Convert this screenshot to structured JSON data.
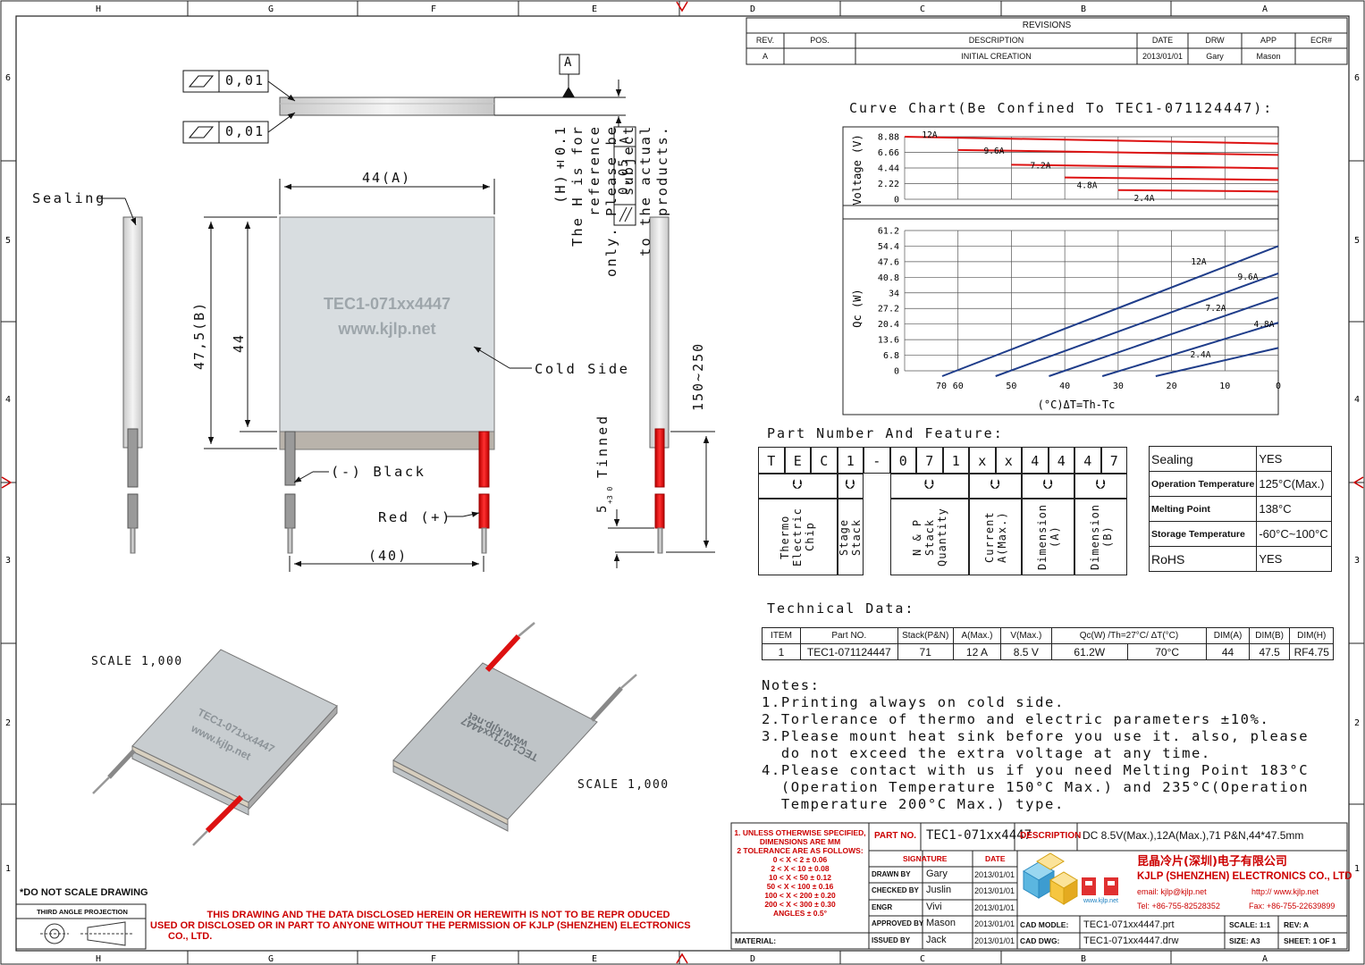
{
  "frame": {
    "cols": [
      "H",
      "G",
      "F",
      "E",
      "D",
      "C",
      "B",
      "A"
    ],
    "rows": [
      "6",
      "5",
      "4",
      "3",
      "2",
      "1"
    ]
  },
  "revisions": {
    "title": "REVISIONS",
    "headers": [
      "REV.",
      "POS.",
      "DESCRIPTION",
      "DATE",
      "DRW",
      "APP",
      "ECR#"
    ],
    "row": [
      "A",
      "",
      "INITIAL CREATION",
      "2013/01/01",
      "Gary",
      "Mason",
      ""
    ]
  },
  "drawing": {
    "flatness_1": "0,01",
    "flatness_2": "0,01",
    "datum": "A",
    "parallel_tol": "0,05",
    "parallel_datum": "A",
    "dim_width": "44(A)",
    "dim_height_b": "47,5(B)",
    "dim_height": "44",
    "dim_lead_spacing": "(40)",
    "dim_lead_length": "150~250",
    "dim_tinned": "5",
    "dim_tinned_tol": "+3 0",
    "tinned_label": "Tinned",
    "label_sealing": "Sealing",
    "label_cold_side": "Cold Side",
    "label_black": "(-) Black",
    "label_red": "Red (+)",
    "module_text_1": "TEC1-071xx4447",
    "module_text_2": "www.kjlp.net",
    "h_note": [
      "(H)±0.1",
      "The H is for reference",
      "only. Please be subject",
      "to the actual products."
    ],
    "scale_1": "SCALE  1,000",
    "scale_2": "SCALE  1,000",
    "iso_text_1": "TEC1-071xx4447",
    "iso_text_2": "www.kjlp.net"
  },
  "curve_chart": {
    "title": "Curve Chart(Be Confined To TEC1-071124447):",
    "voltage_label": "Voltage (V)",
    "voltage_ticks": [
      "8.88",
      "6.66",
      "4.44",
      "2.22",
      "0"
    ],
    "qc_label": "Qc (W)",
    "qc_ticks": [
      "61.2",
      "54.4",
      "47.6",
      "40.8",
      "34",
      "27.2",
      "20.4",
      "13.6",
      "6.8",
      "0"
    ],
    "x_ticks": [
      "70",
      "60",
      "50",
      "40",
      "30",
      "20",
      "10",
      "0"
    ],
    "xlabel": "(°C)ΔT=Th-Tc",
    "voltage_series": [
      {
        "name": "12A",
        "start": 8.88,
        "end": 7.9
      },
      {
        "name": "9.6A",
        "start": 7.0,
        "end": 6.3
      },
      {
        "name": "7.2A",
        "start": 4.9,
        "end": 4.4
      },
      {
        "name": "4.8A",
        "start": 3.1,
        "end": 2.75
      },
      {
        "name": "2.4A",
        "start": 1.3,
        "end": 1.1
      }
    ],
    "qc_series": [
      {
        "name": "12A",
        "x0": 70,
        "y1": 54.4
      },
      {
        "name": "9.6A",
        "x0": 60,
        "y1": 42.5
      },
      {
        "name": "7.2A",
        "x0": 50,
        "y1": 32
      },
      {
        "name": "4.8A",
        "x0": 40,
        "y1": 21
      },
      {
        "name": "2.4A",
        "x0": 30,
        "y1": 10
      }
    ]
  },
  "part_number": {
    "title": "Part Number And Feature:",
    "chars": [
      "T",
      "E",
      "C",
      "1",
      "-",
      "0",
      "7",
      "1",
      "x",
      "x",
      "4",
      "4",
      "4",
      "7"
    ],
    "groups": [
      "Thermo Electric Chip",
      "Stage Stack",
      "N & P Stack Quantity",
      "Current A(Max.)",
      "Dimension (A)",
      "Dimension (B)"
    ],
    "features": [
      {
        "k": "Sealing",
        "v": "YES"
      },
      {
        "k": "Operation Temperature",
        "v": "125°C(Max.)"
      },
      {
        "k": "Melting Point",
        "v": "138°C"
      },
      {
        "k": "Storage Temperature",
        "v": "-60°C~100°C"
      },
      {
        "k": "RoHS",
        "v": "YES"
      }
    ]
  },
  "technical": {
    "title": "Technical Data:",
    "headers": [
      "ITEM",
      "Part NO.",
      "Stack(P&N)",
      "A(Max.)",
      "V(Max.)",
      "Qc(W) /Th=27°C/ ΔT(°C)",
      "",
      "DIM(A)",
      "DIM(B)",
      "DIM(H)"
    ],
    "row": [
      "1",
      "TEC1-071124447",
      "71",
      "12 A",
      "8.5 V",
      "61.2W",
      "70°C",
      "44",
      "47.5",
      "RF4.75"
    ]
  },
  "notes": {
    "title": "Notes:",
    "lines": [
      "1.Printing always on cold side.",
      "2.Torlerance of thermo and electric parameters ±10%.",
      "3.Please mount heat sink before you use it. also, please",
      "  do not exceed the extra voltage at any time.",
      "4.Please contact with us if you need Melting Point 183°C",
      "  (Operation Temperature 150°C Max.) and 235°C(Operation",
      "  Temperature 200°C Max.) type."
    ]
  },
  "title_block": {
    "tolerance_lines": [
      "1. UNLESS OTHERWISE SPECIFIED,",
      "DIMENSIONS ARE MM",
      "2 TOLERANCE ARE AS FOLLOWS:",
      "0 < X <   2  ± 0.06",
      "2 < X <  10  ± 0.08",
      "10 < X <  50  ± 0.12",
      "50 < X < 100  ± 0.16",
      "100 < X < 200  ± 0.20",
      "200 < X < 300  ± 0.30",
      "ANGLES ± 0.5°"
    ],
    "part_no_label": "PART NO.",
    "part_no": "TEC1-071xx4447",
    "description_label": "DESCRIPTION",
    "description": "DC 8.5V(Max.),12A(Max.),71 P&N,44*47.5mm",
    "signature_label": "SIGNATURE",
    "date_label": "DATE",
    "signatures": [
      {
        "role": "DRAWN BY",
        "name": "Gary",
        "date": "2013/01/01"
      },
      {
        "role": "CHECKED BY",
        "name": "Juslin",
        "date": "2013/01/01"
      },
      {
        "role": "ENGR",
        "name": "Vivi",
        "date": "2013/01/01"
      },
      {
        "role": "APPROVED BY",
        "name": "Mason",
        "date": "2013/01/01"
      },
      {
        "role": "ISSUED BY",
        "name": "Jack",
        "date": "2013/01/01"
      }
    ],
    "company_cn": "昆晶冷片(深圳)电子有限公司",
    "company_en": "KJLP (SHENZHEN) ELECTRONICS CO., LTD",
    "email": "email: kjlp@kjlp.net",
    "http": "http:// www.kjlp.net",
    "tel": "Tel: +86-755-82528352",
    "fax": "Fax: +86-755-22639899",
    "logo_url": "www.kjlp.net",
    "cad_model_label": "CAD MODLE:",
    "cad_model": "TEC1-071xx4447.prt",
    "cad_dwg_label": "CAD DWG:",
    "cad_dwg": "TEC1-071xx4447.drw",
    "scale_label": "SCALE: 1:1",
    "size_label": "SIZE: A3",
    "rev_label": "REV: A",
    "sheet_label": "SHEET: 1 OF 1",
    "material_label": "MATERIAL:",
    "do_not_scale": "*DO NOT SCALE DRAWING",
    "projection": "THIRD ANGLE PROJECTION",
    "disclaimer_1": "THIS DRAWING AND THE DATA DISCLOSED HEREIN OR HEREWITH IS NOT TO BE REPR ODUCED",
    "disclaimer_2": "USED OR DISCLOSED OR IN PART TO ANYONE WITHOUT THE PERMISSION OF KJLP (SHENZHEN) ELECTRONICS",
    "disclaimer_3": "CO., LTD."
  }
}
